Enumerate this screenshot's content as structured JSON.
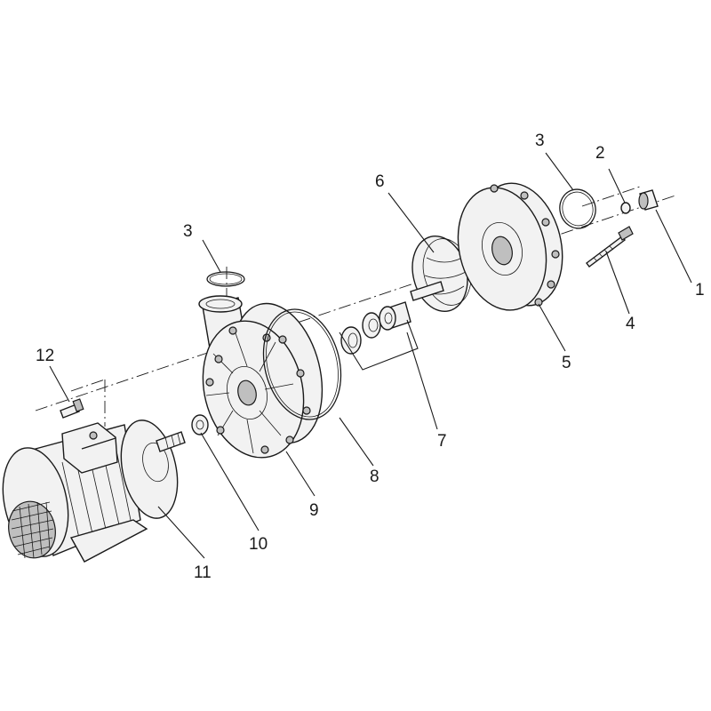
{
  "callouts": [
    {
      "label": "1"
    },
    {
      "label": "2"
    },
    {
      "label": "3"
    },
    {
      "label": "3"
    },
    {
      "label": "4"
    },
    {
      "label": "5"
    },
    {
      "label": "6"
    },
    {
      "label": "7"
    },
    {
      "label": "8"
    },
    {
      "label": "9"
    },
    {
      "label": "10"
    },
    {
      "label": "11"
    },
    {
      "label": "12"
    }
  ]
}
